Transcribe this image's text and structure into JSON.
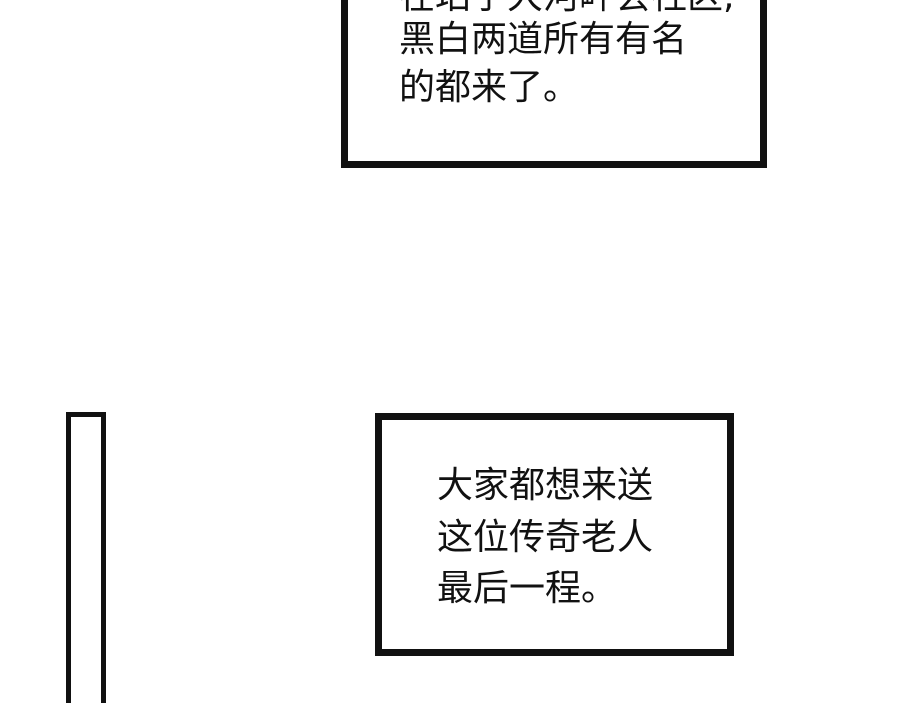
{
  "captions": {
    "top": {
      "lines": [
        "在珀宁大河畔会社区,",
        "黑白两道所有有名",
        "的都来了。"
      ]
    },
    "bottom": {
      "lines": [
        "大家都想来送",
        "这位传奇老人",
        "最后一程。"
      ]
    }
  }
}
